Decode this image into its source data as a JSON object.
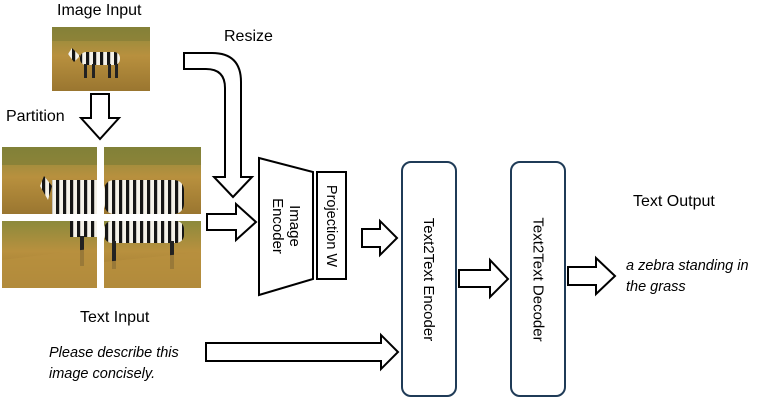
{
  "labels": {
    "image_input": "Image Input",
    "resize": "Resize",
    "partition": "Partition",
    "text_input": "Text Input",
    "text_output": "Text Output",
    "prompt": "Please describe this image concisely.",
    "output": "a zebra standing in the grass"
  },
  "blocks": {
    "image_encoder": "Image Encoder",
    "projection": "Projection W",
    "text_encoder": "Text2Text Encoder",
    "text_decoder": "Text2Text Decoder"
  },
  "colors": {
    "block_border": "#1f3b57",
    "stroke": "#000000",
    "grass": "#b08a3e",
    "grass_dark": "#7d6024",
    "grass_green": "#6f7a36"
  }
}
